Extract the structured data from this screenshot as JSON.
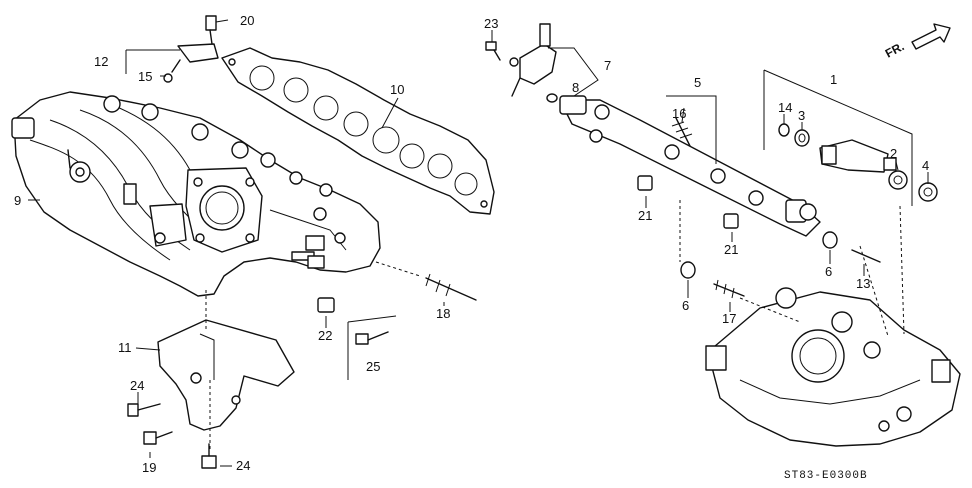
{
  "diagram_code": "ST83-E0300B",
  "direction": {
    "label": "FR."
  },
  "callouts": {
    "c1": "1",
    "c2": "2",
    "c3": "3",
    "c4": "4",
    "c5": "5",
    "c6a": "6",
    "c6b": "6",
    "c7": "7",
    "c8": "8",
    "c9": "9",
    "c10": "10",
    "c11": "11",
    "c12": "12",
    "c13": "13",
    "c14": "14",
    "c15": "15",
    "c16": "16",
    "c17": "17",
    "c18": "18",
    "c19": "19",
    "c20": "20",
    "c21a": "21",
    "c21b": "21",
    "c22": "22",
    "c23": "23",
    "c24a": "24",
    "c24b": "24",
    "c25": "25"
  }
}
